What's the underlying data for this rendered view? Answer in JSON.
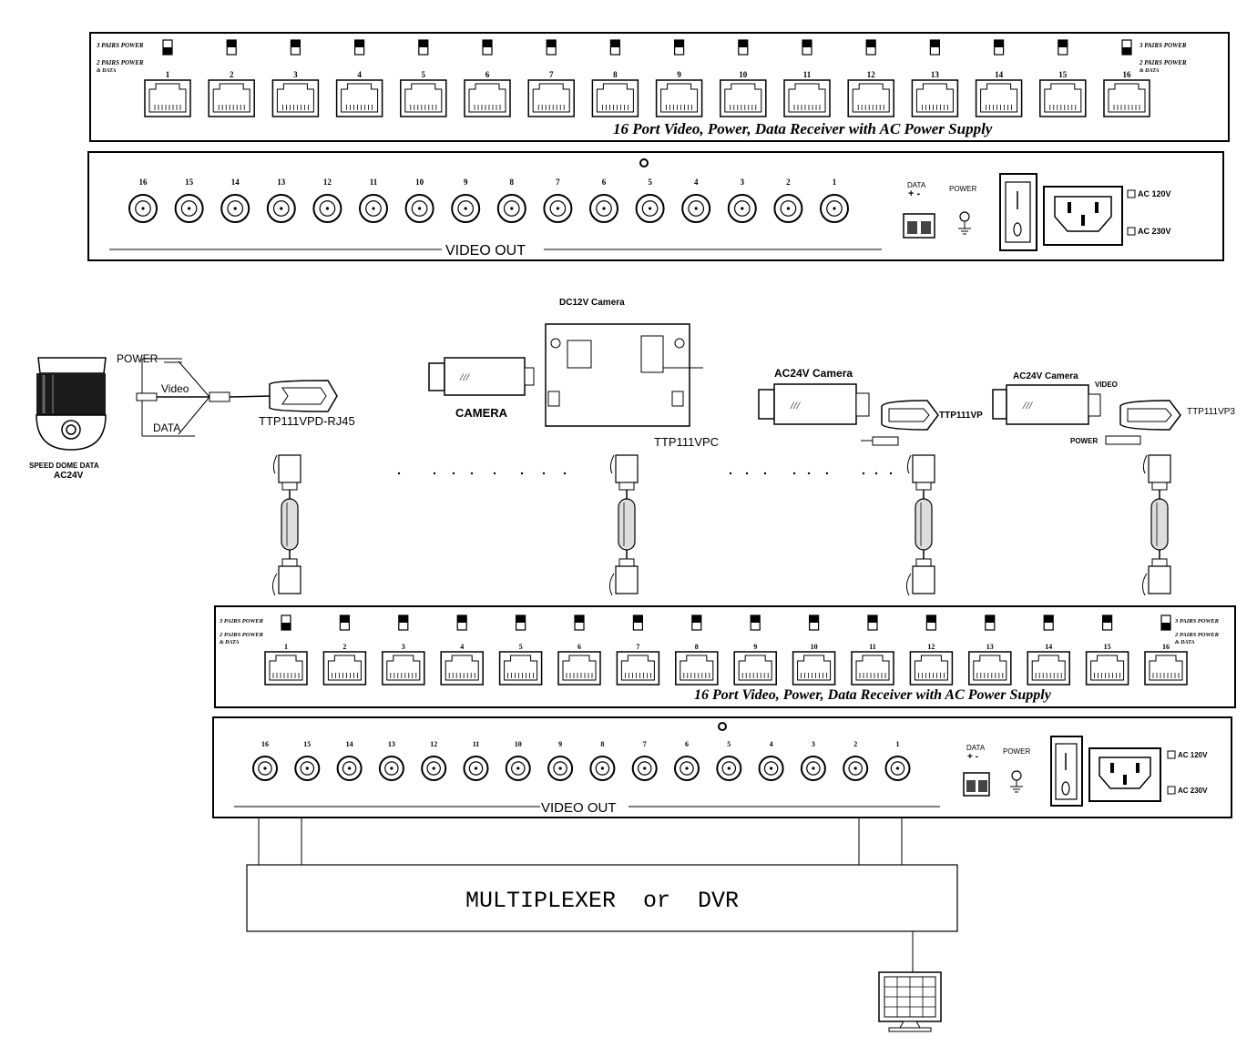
{
  "receiver_top": {
    "title": "16 Port Video, Power, Data Receiver with AC Power Supply",
    "switch_left_top": "3 PAIRS POWER",
    "switch_left_bottom": "2 PAIRS POWER",
    "switch_left_bottom2": "& DATA",
    "switch_right_top": "3 PAIRS POWER",
    "switch_right_bottom": "2 PAIRS POWER",
    "switch_right_bottom2": "& DATA",
    "port_labels": [
      "1",
      "2",
      "3",
      "4",
      "5",
      "6",
      "7",
      "8",
      "9",
      "10",
      "11",
      "12",
      "13",
      "14",
      "15",
      "16"
    ]
  },
  "back_panel_top": {
    "bnc_labels": [
      "16",
      "15",
      "14",
      "13",
      "12",
      "11",
      "10",
      "9",
      "8",
      "7",
      "6",
      "5",
      "4",
      "3",
      "2",
      "1"
    ],
    "video_out": "VIDEO OUT",
    "data_label": "DATA",
    "data_polarity": "+ -",
    "power_label": "POWER",
    "ac120": "AC 120V",
    "ac230": "AC 230V"
  },
  "receiver_bottom": {
    "title": "16 Port Video, Power, Data Receiver with AC Power Supply",
    "switch_left_top": "3 PAIRS POWER",
    "switch_left_bottom": "2 PAIRS POWER",
    "switch_left_bottom2": "& DATA",
    "switch_right_top": "3 PAIRS POWER",
    "switch_right_bottom": "2 PAIRS POWER",
    "switch_right_bottom2": "& DATA",
    "port_labels": [
      "1",
      "2",
      "3",
      "4",
      "5",
      "6",
      "7",
      "8",
      "9",
      "10",
      "11",
      "12",
      "13",
      "14",
      "15",
      "16"
    ]
  },
  "back_panel_bottom": {
    "bnc_labels": [
      "16",
      "15",
      "14",
      "13",
      "12",
      "11",
      "10",
      "9",
      "8",
      "7",
      "6",
      "5",
      "4",
      "3",
      "2",
      "1"
    ],
    "video_out": "VIDEO OUT",
    "data_label": "DATA",
    "data_polarity": "+ -",
    "power_label": "POWER",
    "ac120": "AC 120V",
    "ac230": "AC 230V"
  },
  "devices": {
    "speed_dome_line1": "SPEED DOME DATA",
    "speed_dome_line2": "AC24V",
    "power": "POWER",
    "video": "Video",
    "data": "DATA",
    "ttp111vpd": "TTP111VPD-RJ45",
    "dc12v_camera": "DC12V Camera",
    "camera": "CAMERA",
    "ttp111vpc": "TTP111VPC",
    "ac24v_camera_1": "AC24V Camera",
    "ttp111vp": "TTP111VP",
    "ac24v_camera_2": "AC24V Camera",
    "video_small": "VIDEO",
    "ttp111vp3": "TTP111VP3",
    "power_small": "POWER"
  },
  "multiplexer": {
    "label": "MULTIPLEXER  or  DVR"
  }
}
